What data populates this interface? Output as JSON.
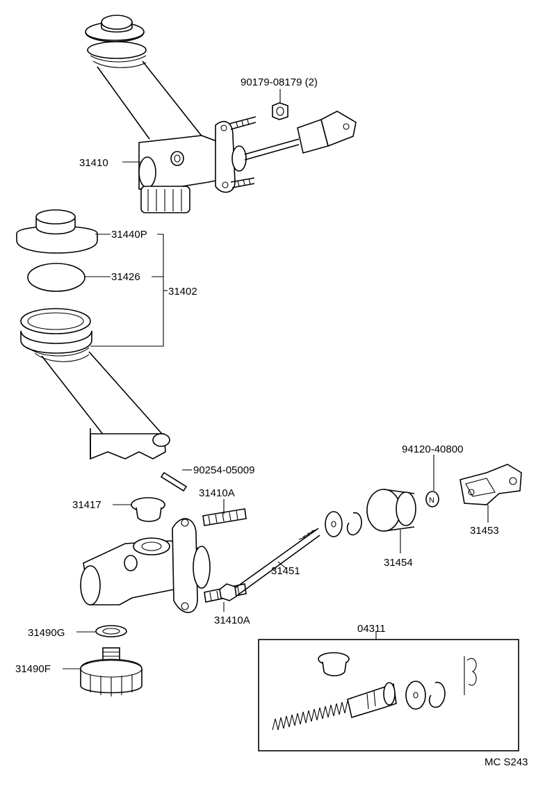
{
  "diagram": {
    "footer_code": "MC S243",
    "callouts": {
      "assembly_top": "31410",
      "nut_top": "90179-08179 (2)",
      "reservoir_cap": "31440P",
      "cap_diaphragm": "31426",
      "reservoir_set": "31402",
      "pin": "90254-05009",
      "grommet": "31417",
      "stud_upper": "31410A",
      "stud_lower": "31410A",
      "push_rod": "31451",
      "boot": "31454",
      "nut_small": "94120-40800",
      "clevis": "31453",
      "gasket": "31490G",
      "union": "31490F",
      "repair_kit": "04311"
    }
  }
}
